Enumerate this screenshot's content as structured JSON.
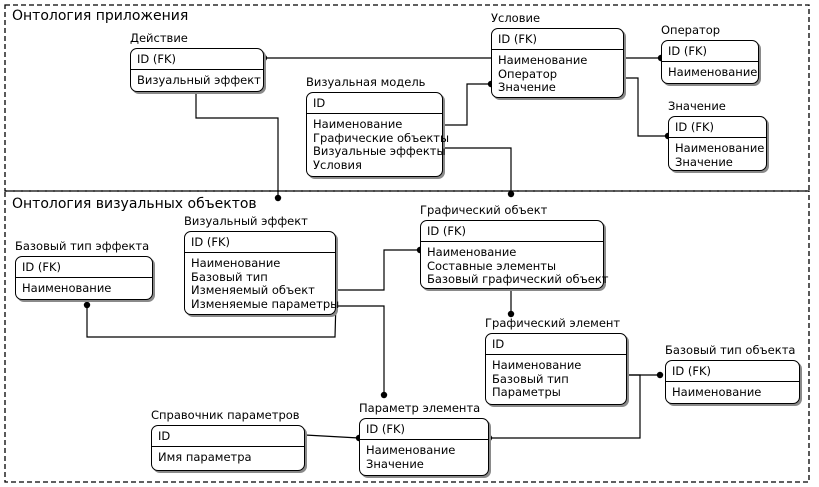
{
  "regions": [
    {
      "id": "app",
      "label": "Онтология приложения"
    },
    {
      "id": "vis",
      "label": "Онтология визуальных объектов"
    }
  ],
  "entities": [
    {
      "id": "action",
      "title": "Действие",
      "key": "ID (FK)",
      "attrs": [
        "Визуальный эффект"
      ]
    },
    {
      "id": "condition",
      "title": "Условие",
      "key": "ID (FK)",
      "attrs": [
        "Наименование",
        "Оператор",
        "Значение"
      ]
    },
    {
      "id": "operator",
      "title": "Оператор",
      "key": "ID (FK)",
      "attrs": [
        "Наименование"
      ]
    },
    {
      "id": "value",
      "title": "Значение",
      "key": "ID (FK)",
      "attrs": [
        "Наименование",
        "Значение"
      ]
    },
    {
      "id": "vismodel",
      "title": "Визуальная модель",
      "key": "ID",
      "attrs": [
        "Наименование",
        "Графические объекты",
        "Визуальные эффекты",
        "Условия"
      ]
    },
    {
      "id": "viseffect",
      "title": "Визуальный эффект",
      "key": "ID (FK)",
      "attrs": [
        "Наименование",
        "Базовый тип",
        "Изменяемый объект",
        "Изменяемые параметры"
      ]
    },
    {
      "id": "baseeffect",
      "title": "Базовый тип эффекта",
      "key": "ID (FK)",
      "attrs": [
        "Наименование"
      ]
    },
    {
      "id": "graphobj",
      "title": "Графический объект",
      "key": "ID (FK)",
      "attrs": [
        "Наименование",
        "Составные элементы",
        "Базовый графический объект"
      ]
    },
    {
      "id": "graphel",
      "title": "Графический элемент",
      "key": "ID",
      "attrs": [
        "Наименование",
        "Базовый тип",
        "Параметры"
      ]
    },
    {
      "id": "baseobj",
      "title": "Базовый тип объекта",
      "key": "ID (FK)",
      "attrs": [
        "Наименование"
      ]
    },
    {
      "id": "paramref",
      "title": "Справочник параметров",
      "key": "ID",
      "attrs": [
        "Имя параметра"
      ]
    },
    {
      "id": "paramel",
      "title": "Параметр элемента",
      "key": "ID (FK)",
      "attrs": [
        "Наименование",
        "Значение"
      ]
    }
  ],
  "relationships": [
    {
      "from": "action",
      "to": "condition"
    },
    {
      "from": "condition",
      "to": "operator"
    },
    {
      "from": "condition",
      "to": "value"
    },
    {
      "from": "vismodel",
      "to": "condition"
    },
    {
      "from": "action",
      "to": "viseffect"
    },
    {
      "from": "vismodel",
      "to": "graphobj"
    },
    {
      "from": "viseffect",
      "to": "baseeffect"
    },
    {
      "from": "viseffect",
      "to": "graphobj"
    },
    {
      "from": "viseffect",
      "to": "paramel"
    },
    {
      "from": "graphobj",
      "to": "graphel"
    },
    {
      "from": "graphel",
      "to": "baseobj"
    },
    {
      "from": "paramref",
      "to": "paramel"
    },
    {
      "from": "graphel",
      "to": "paramel"
    }
  ]
}
